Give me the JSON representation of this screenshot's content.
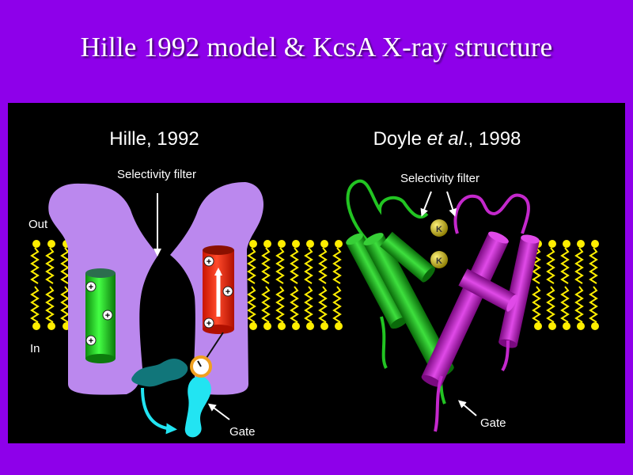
{
  "slide": {
    "title": "Hille 1992 model & KcsA X-ray structure"
  },
  "left_panel": {
    "heading": "Hille, 1992",
    "selectivity_label": "Selectivity filter",
    "out_label": "Out",
    "in_label": "In",
    "gate_label": "Gate",
    "charge_symbol": "+"
  },
  "right_panel": {
    "heading_pre": "Doyle ",
    "heading_italic": "et al",
    "heading_post": "., 1998",
    "selectivity_label": "Selectivity filter",
    "gate_label": "Gate",
    "ion_label": "K"
  },
  "colors": {
    "background": "#8e00ea",
    "panel": "#000000",
    "channel": "#bb88ee",
    "lipid": "#ffee00",
    "green_helix": "#22c422",
    "magenta_helix": "#c428cc",
    "red_helix": "#ff2a10",
    "gate_teal": "#11767a",
    "gate_cyan": "#22e4f2",
    "ion": "#c8b400"
  }
}
